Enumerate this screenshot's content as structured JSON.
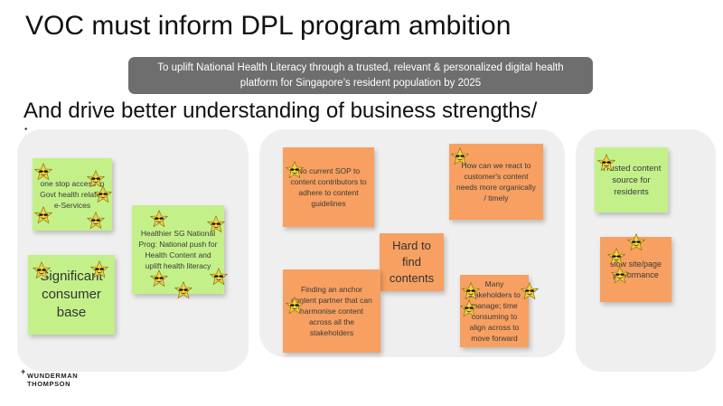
{
  "slide": {
    "title": "VOC must inform DPL program ambition",
    "banner": "To uplift National Health Literacy through a trusted, relevant & personalized digital health platform for Singapore’s resident population by 2025",
    "subtitle": "And drive better understanding of business strengths/ issues",
    "logo_line1": "WUNDERMAN",
    "logo_line2": "THOMPSON"
  },
  "strengths": {
    "note1": "one stop access to Govt health related e-Services",
    "note2": "Healthier SG National Prog: National push for Health Content and uplift health literacy",
    "note3": "Significant consumer base"
  },
  "issues": {
    "note1": "No current SOP to content contributors to adhere to content guidelines",
    "note2": "How can we react to customer's content needs more organically / timely",
    "note3": "Hard to find contents",
    "note4": "Finding an anchor content partner that can harmonise content across all the stakeholders",
    "note5": "Many stakeholders to manage; time consuming to align across to move forward"
  },
  "right": {
    "note1": "Trusted content source for residents",
    "note2": "slow site/page performance"
  },
  "colors": {
    "green_note": "#c4f08a",
    "orange_note": "#f7a061",
    "banner": "#6e6e6e",
    "panel": "#efefef",
    "star": "#f5d33a"
  },
  "icons": {
    "sticker": "star-sunglasses-icon"
  }
}
